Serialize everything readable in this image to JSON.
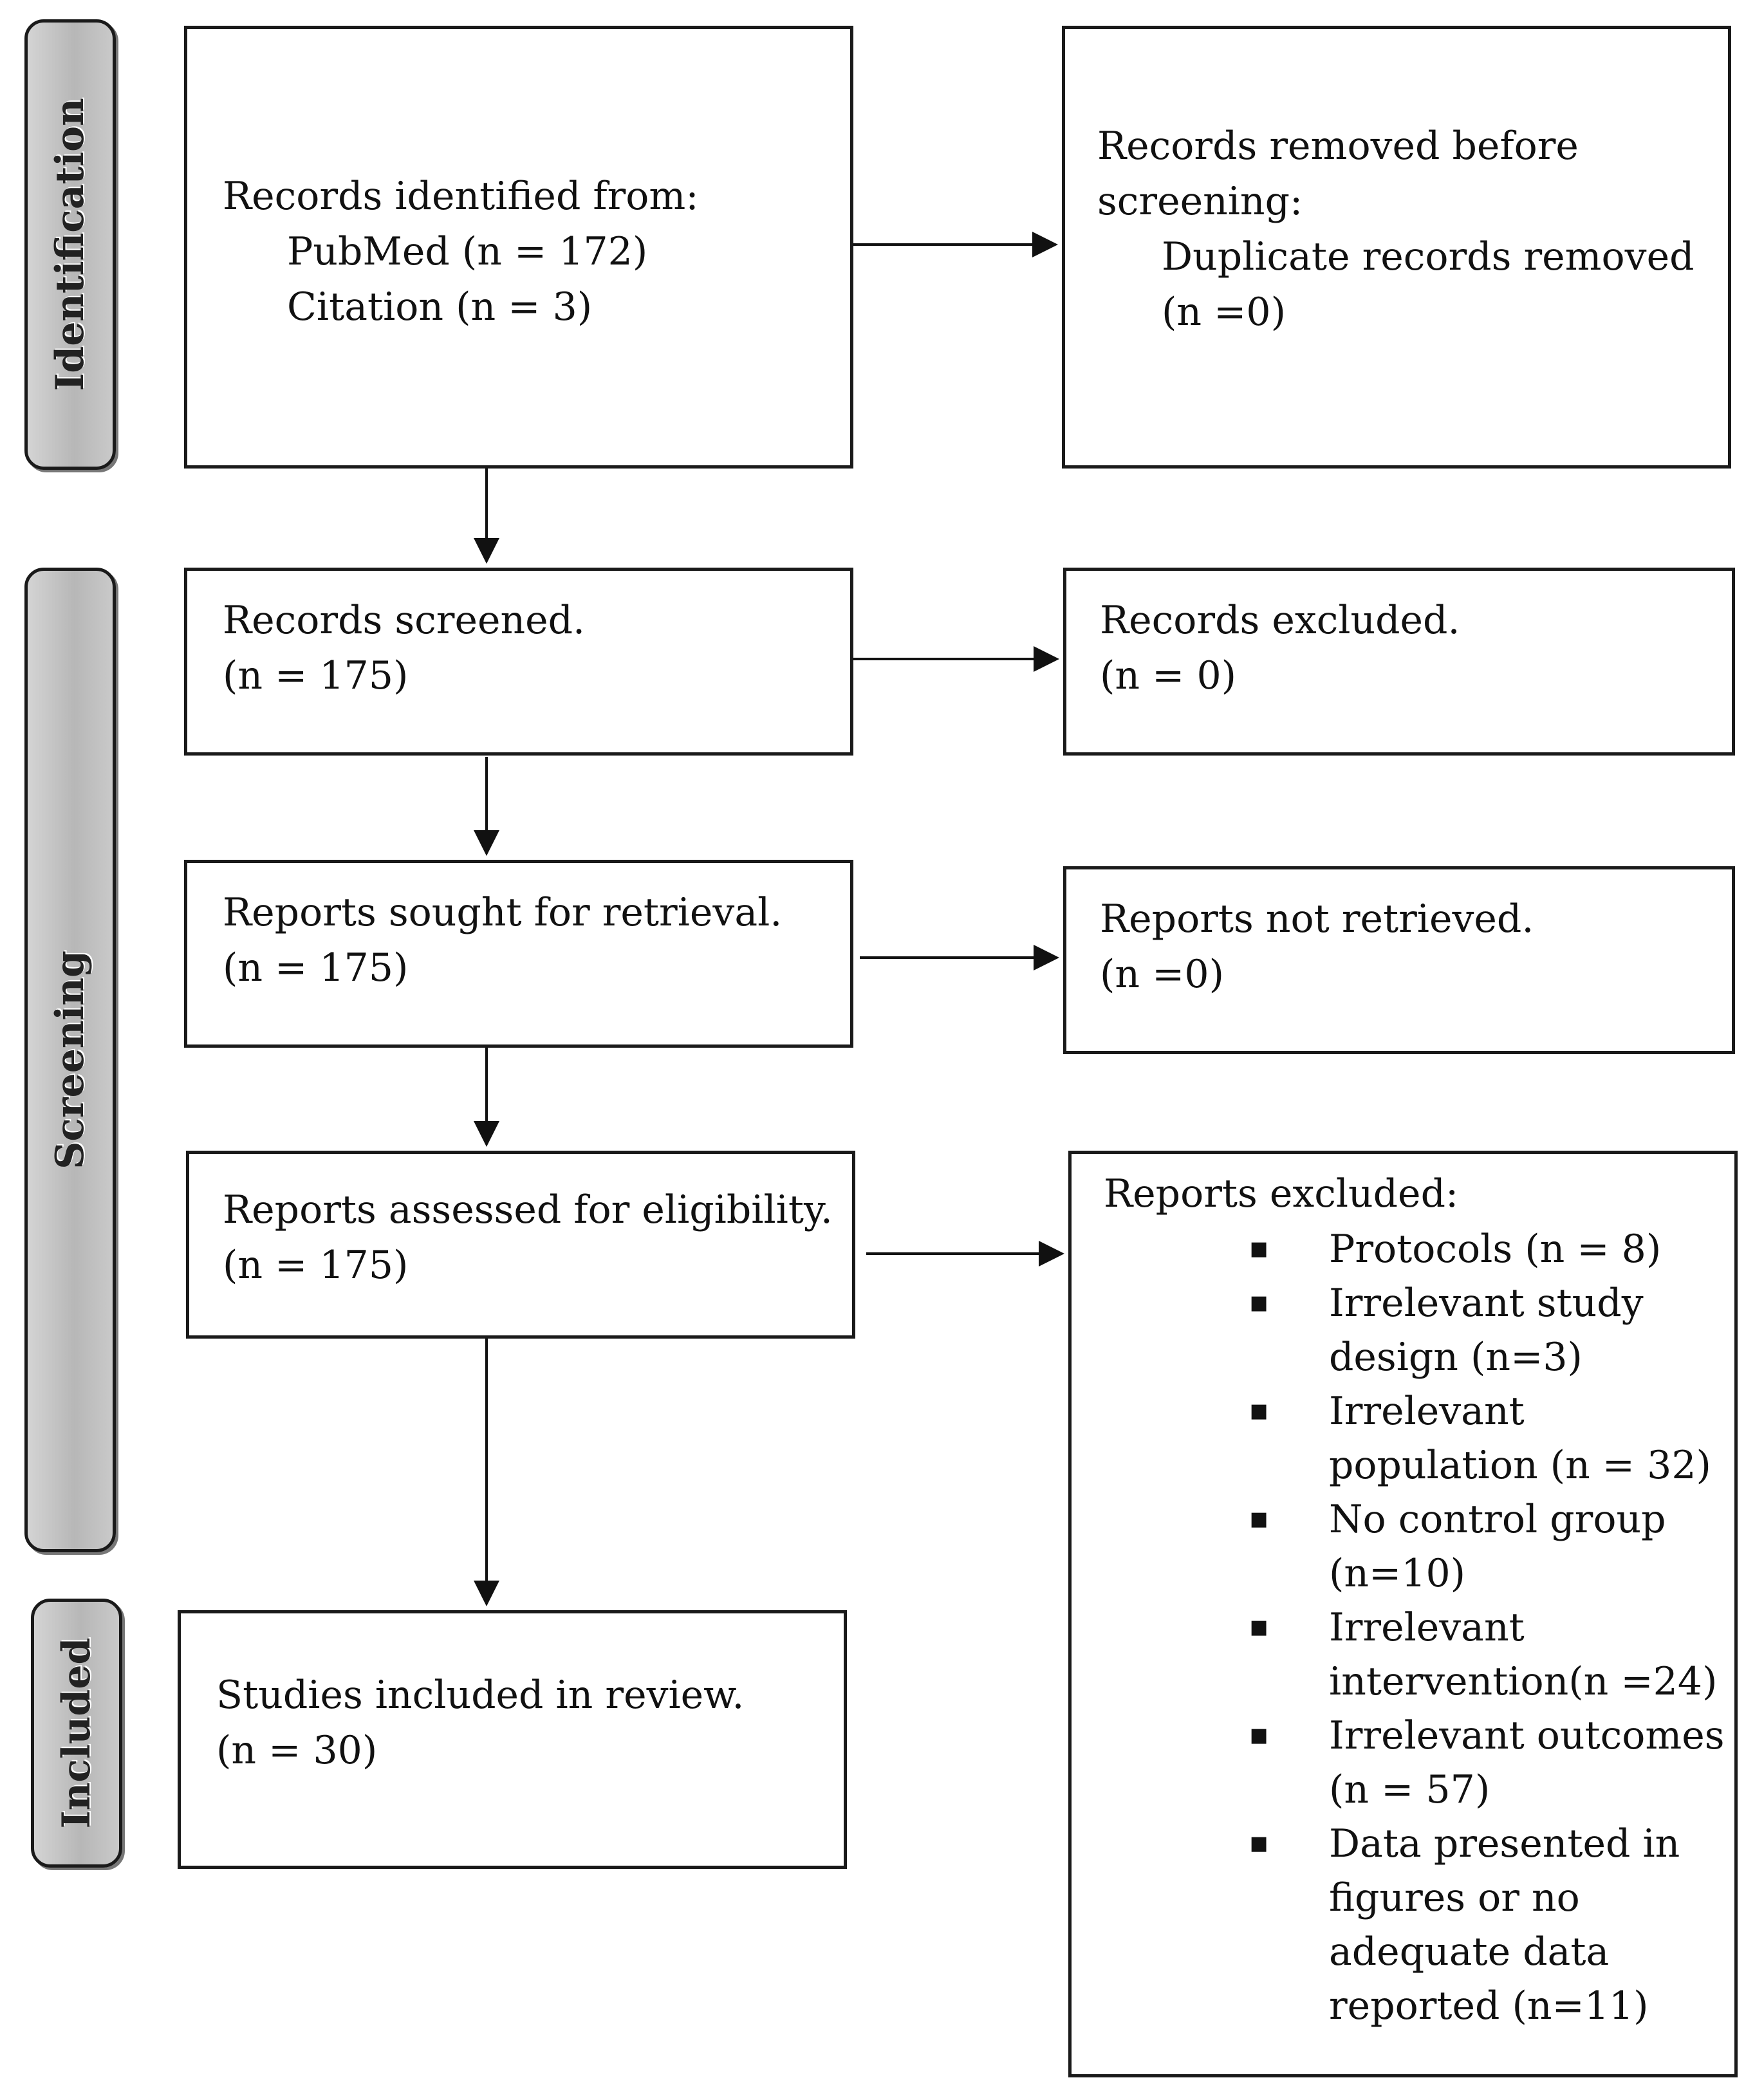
{
  "phases": {
    "identification": "Identification",
    "screening": "Screening",
    "included": "Included"
  },
  "identification": {
    "records_identified": {
      "title": "Records identified from:",
      "pubmed": "PubMed (n = 172)",
      "citation": "Citation (n = 3)"
    },
    "records_removed": {
      "title_line1": "Records removed before",
      "title_line2": "screening:",
      "duplicates": "Duplicate records removed",
      "duplicates_n": "(n =0)"
    }
  },
  "screening": {
    "screened": {
      "title": "Records screened.",
      "n": "(n = 175)"
    },
    "excluded": {
      "title": "Records excluded.",
      "n": "(n = 0)"
    },
    "sought": {
      "title": "Reports sought for retrieval.",
      "n": "(n = 175)"
    },
    "not_retrieved": {
      "title": "Reports not retrieved.",
      "n": "(n =0)"
    },
    "assessed": {
      "title": "Reports assessed for eligibility.",
      "n": "(n = 175)"
    },
    "reports_excluded": {
      "title": "Reports excluded:",
      "bullet_glyph": "■",
      "items": [
        [
          "Protocols (n = 8)"
        ],
        [
          "Irrelevant study",
          "design (n=3)"
        ],
        [
          "Irrelevant",
          "population (n = 32)"
        ],
        [
          "No control group",
          "(n=10)"
        ],
        [
          "Irrelevant",
          "intervention(n =24)"
        ],
        [
          "Irrelevant outcomes",
          "(n = 57)"
        ],
        [
          "Data presented in",
          "figures or no",
          "adequate data",
          "reported (n=11)"
        ]
      ]
    }
  },
  "included": {
    "studies": {
      "title": "Studies included in review.",
      "n": "(n = 30)"
    }
  }
}
